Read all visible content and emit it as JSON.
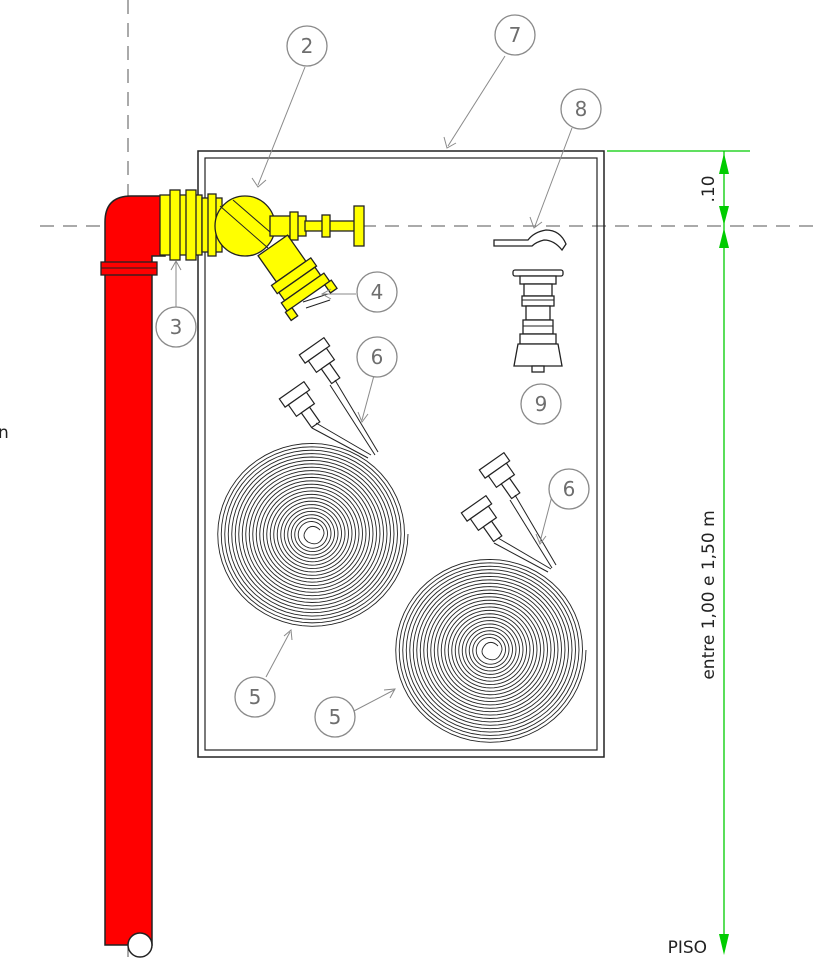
{
  "colors": {
    "pipe": "#ff0000",
    "valve": "#ffff00",
    "dimension": "#00cc00",
    "callout": "#8a8a8a",
    "line": "#222222"
  },
  "callouts": {
    "c2": "2",
    "c3": "3",
    "c4": "4",
    "c5a": "5",
    "c5b": "5",
    "c6a": "6",
    "c6b": "6",
    "c7": "7",
    "c8": "8",
    "c9": "9"
  },
  "dimensions": {
    "top_gap": ".10",
    "height_range": "entre 1,00 e 1,50 m"
  },
  "floor_label": "PISO",
  "edge_fragment": "n"
}
